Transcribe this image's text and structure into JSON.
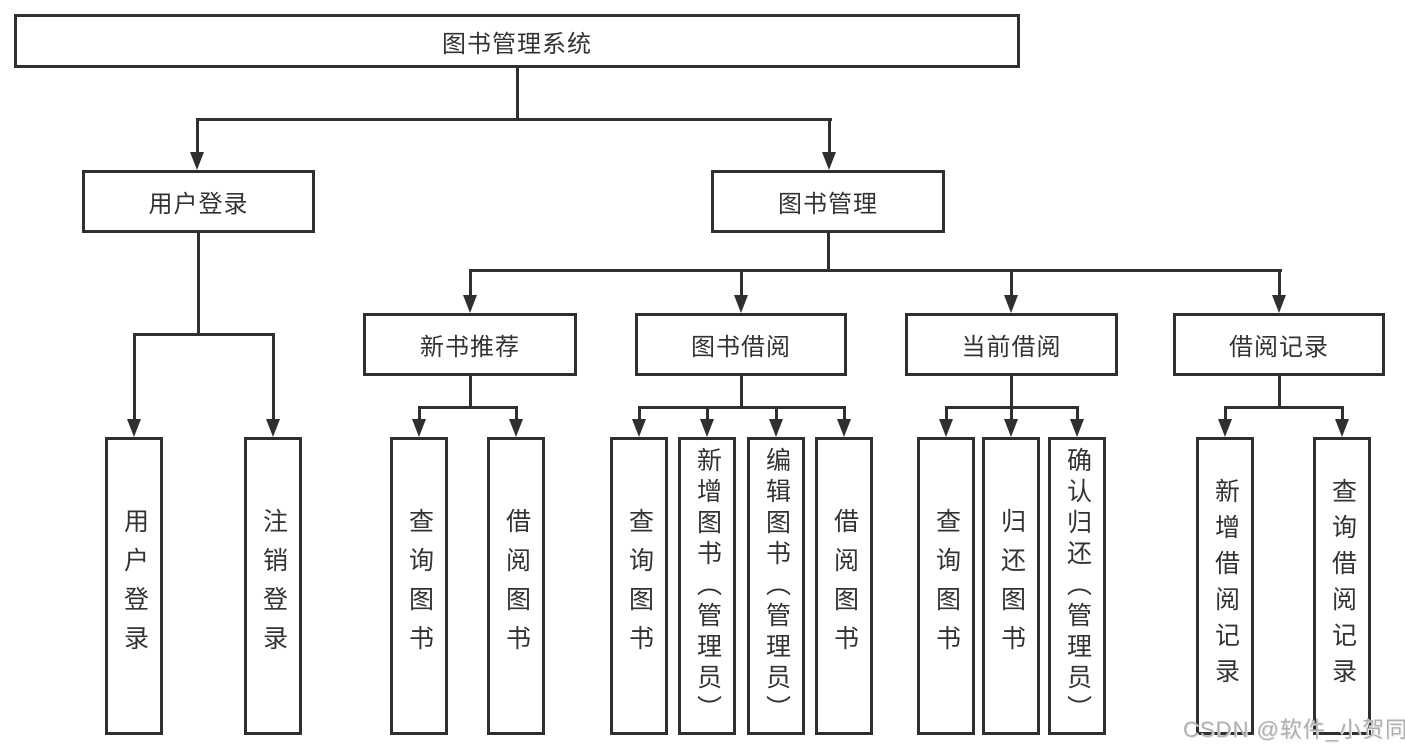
{
  "diagram": {
    "title": "图书管理系统",
    "level2": {
      "user_login": "用户登录",
      "book_management": "图书管理"
    },
    "level3": {
      "new_book_recommend": "新书推荐",
      "book_borrow": "图书借阅",
      "current_borrow": "当前借阅",
      "borrow_record": "借阅记录"
    },
    "leaves": {
      "user_login": "用户登录",
      "logout": "注销登录",
      "nb_query_book": "查询图书",
      "nb_borrow_book": "借阅图书",
      "bb_query_book": "查询图书",
      "bb_add_book_admin": "新增图书（管理员）",
      "bb_edit_book_admin": "编辑图书（管理员）",
      "bb_borrow_book": "借阅图书",
      "cb_query_book": "查询图书",
      "cb_return_book": "归还图书",
      "cb_confirm_return_admin": "确认归还（管理员）",
      "br_add_record": "新增借阅记录",
      "br_query_record": "查询借阅记录"
    }
  },
  "watermark": "CSDN @软件_小贺同学",
  "colors": {
    "line": "#2f2f2f",
    "text": "#333333",
    "watermark": "#b0b0b0",
    "background": "#ffffff"
  }
}
